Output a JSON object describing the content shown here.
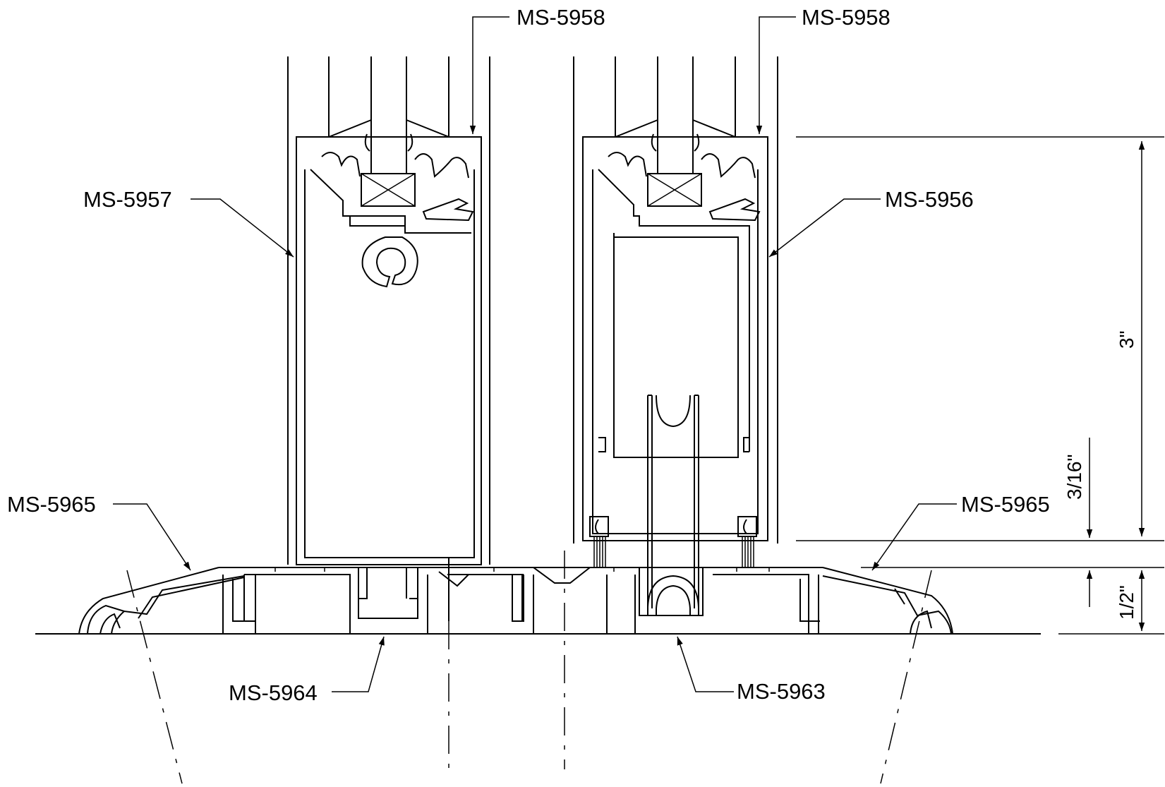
{
  "labels": {
    "ms5958_left": "MS-5958",
    "ms5958_right": "MS-5958",
    "ms5957": "MS-5957",
    "ms5956": "MS-5956",
    "ms5965_left": "MS-5965",
    "ms5965_right": "MS-5965",
    "ms5964": "MS-5964",
    "ms5963": "MS-5963"
  },
  "dimensions": {
    "height_3": "3\"",
    "gap_3_16": "3/16\"",
    "track_1_2": "1/2\""
  },
  "colors": {
    "line": "#000000",
    "background": "#ffffff"
  }
}
